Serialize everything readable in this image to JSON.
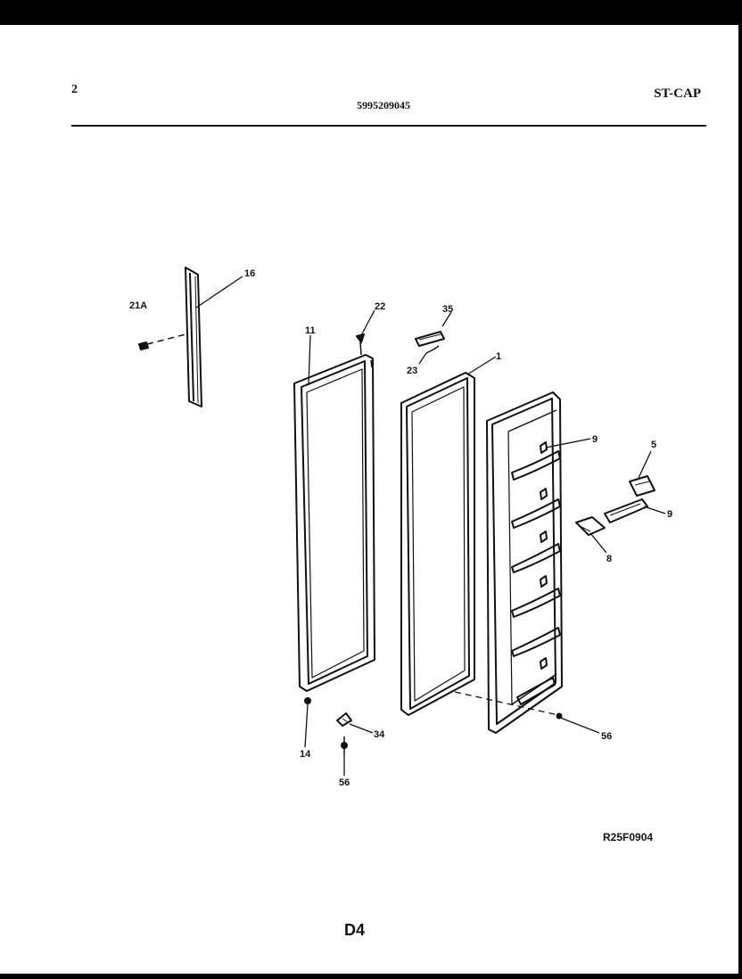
{
  "header": {
    "page_number": "2",
    "part_number": "5995209045",
    "model_code": "ST-CAP"
  },
  "footer": {
    "drawing_code": "R25F0904",
    "page_code": "D4"
  },
  "callouts": {
    "c16": "16",
    "c21a": "21A",
    "c22": "22",
    "c11": "11",
    "c35": "35",
    "c23": "23",
    "c1": "1",
    "c9a": "9",
    "c5": "5",
    "c9b": "9",
    "c8": "8",
    "c14": "14",
    "c34": "34",
    "c56a": "56",
    "c56b": "56"
  },
  "colors": {
    "line": "#111111",
    "background": "#ffffff",
    "frame": "#000000"
  }
}
